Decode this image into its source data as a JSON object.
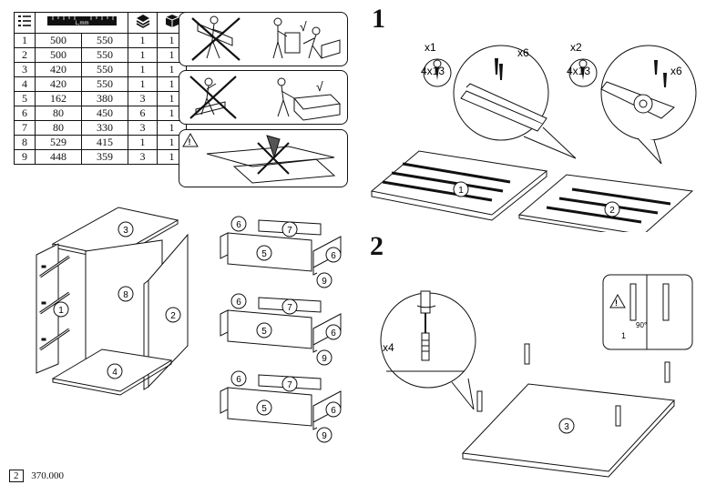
{
  "parts_table": {
    "rows": [
      {
        "part": "1",
        "length": "500",
        "width": "550",
        "qty_per_pack": "1",
        "packs": "1"
      },
      {
        "part": "2",
        "length": "500",
        "width": "550",
        "qty_per_pack": "1",
        "packs": "1"
      },
      {
        "part": "3",
        "length": "420",
        "width": "550",
        "qty_per_pack": "1",
        "packs": "1"
      },
      {
        "part": "4",
        "length": "420",
        "width": "550",
        "qty_per_pack": "1",
        "packs": "1"
      },
      {
        "part": "5",
        "length": "162",
        "width": "380",
        "qty_per_pack": "3",
        "packs": "1"
      },
      {
        "part": "6",
        "length": "80",
        "width": "450",
        "qty_per_pack": "6",
        "packs": "1"
      },
      {
        "part": "7",
        "length": "80",
        "width": "330",
        "qty_per_pack": "3",
        "packs": "1"
      },
      {
        "part": "8",
        "length": "529",
        "width": "415",
        "qty_per_pack": "1",
        "packs": "1"
      },
      {
        "part": "9",
        "length": "448",
        "width": "359",
        "qty_per_pack": "3",
        "packs": "1"
      }
    ],
    "ruler_label": "L,mm"
  },
  "warnings": {
    "check_mark": "√",
    "caution_symbol": "!"
  },
  "steps": {
    "step1": {
      "number": "1",
      "screw_left": {
        "count": "x1",
        "size": "4x13",
        "count_detail": "x6"
      },
      "screw_right": {
        "count": "x2",
        "size": "4x13",
        "count_detail": "x6"
      },
      "panel_a": "1",
      "panel_b": "2"
    },
    "step2": {
      "number": "2",
      "dowel_count": "x4",
      "panel": "3",
      "angle_label": "90°",
      "detail_one": "1"
    }
  },
  "exploded": {
    "top": "3",
    "left": "1",
    "back": "8",
    "right": "2",
    "bottom": "4",
    "drawer_side": "6",
    "drawer_back": "7",
    "drawer_front": "5",
    "drawer_bottom": "9"
  },
  "footer": {
    "page": "2",
    "model": "370.000"
  }
}
